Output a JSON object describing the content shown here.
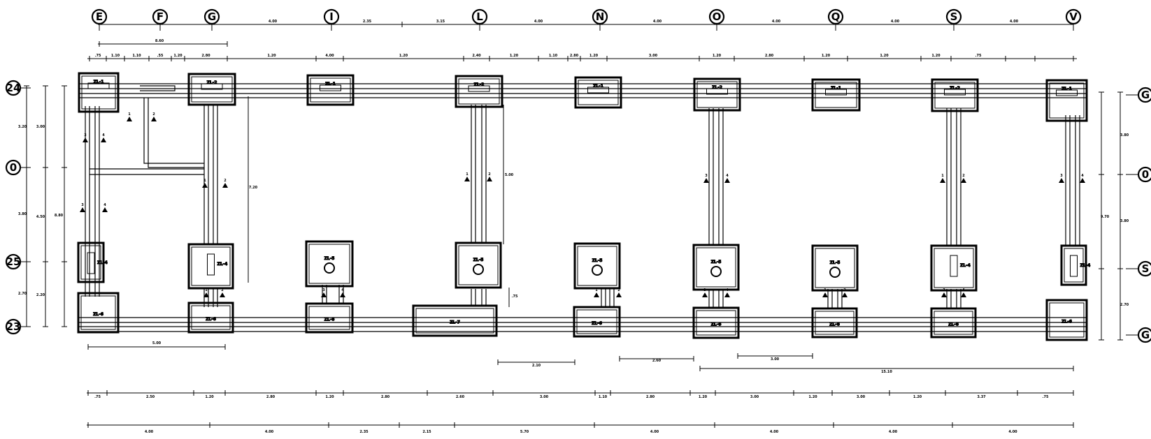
{
  "grid_top": [
    "E",
    "F",
    "G",
    "I",
    "L",
    "N",
    "O",
    "Q",
    "S",
    "V"
  ],
  "grid_left": [
    "24",
    "0",
    "25",
    "23"
  ],
  "grid_right": [
    "G",
    "0",
    "S",
    "G"
  ],
  "dims": {
    "top_outer": [
      "4.00",
      "2.35",
      "3.15",
      "4.00",
      "4.00",
      "4.00",
      "4.00",
      "4.00"
    ],
    "top_span": "8.60",
    "top_inner": [
      ".75",
      "1.10",
      "1.10",
      ".55",
      "1.20",
      "2.80",
      "1.20",
      "4.00",
      "1.20",
      "2.40",
      "1.20",
      "1.10",
      "2.80",
      "1.20",
      "3.00",
      "1.20",
      "2.80",
      "1.20",
      "1.20",
      "1.20",
      ".75"
    ],
    "left_outer": [
      "3.20",
      "3.80",
      "2.70"
    ],
    "left_inner": [
      "3.00",
      "4.50",
      "2.20"
    ],
    "left_total": "8.80",
    "right_total": "9.70",
    "right_outer": [
      "3.80",
      "3.80",
      "2.70"
    ],
    "inner_vertical": [
      "7.20",
      "5.00",
      ".75"
    ],
    "bottom_small": [
      "5.00",
      "2.10",
      "2.60",
      "3.00",
      "15.10"
    ],
    "bottom_row1": [
      ".75",
      "2.50",
      "1.20",
      "2.80",
      "1.20",
      "2.80",
      "2.60",
      "3.00",
      "1.10",
      "2.80",
      "1.20",
      "3.00",
      "1.20",
      "3.00",
      "1.20",
      "3.37",
      ".75"
    ],
    "bottom_row2": [
      "4.00",
      "4.00",
      "2.35",
      "2.15",
      "5.70",
      "4.00",
      "4.00",
      "4.00",
      "4.00"
    ]
  },
  "footing_labels": [
    "ZL-1",
    "ZL-2",
    "ZL-3",
    "ZL-4",
    "ZL-5",
    "ZL-6",
    "ZL-7"
  ],
  "section_marks": [
    "1",
    "2",
    "3",
    "4"
  ]
}
